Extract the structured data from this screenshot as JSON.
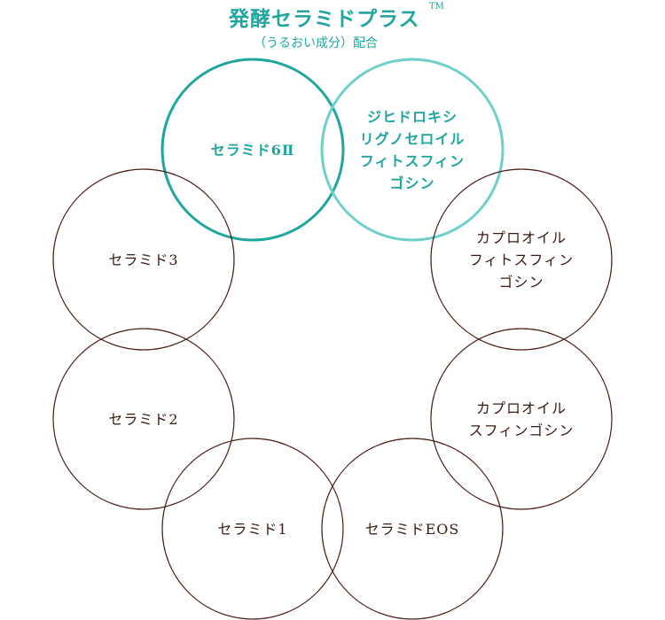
{
  "colors": {
    "teal": "#1fa69e",
    "teal_light": "#6fcfcb",
    "brown": "#4a1f14",
    "text_dark": "#3a1a12"
  },
  "header": {
    "title": "発酵セラミドプラス",
    "tm": "TM",
    "subtitle": "（うるおい成分）配合"
  },
  "circles": [
    {
      "id": "ceramide-6ii",
      "group": "fermented",
      "lines": [
        "セラミド6Ⅱ"
      ]
    },
    {
      "id": "dihydroxy",
      "group": "fermented",
      "lines": [
        "ジヒドロキシ",
        "リグノセロイル",
        "フィトスフィン",
        "ゴシン"
      ]
    },
    {
      "id": "caproyl-phyto",
      "group": "other",
      "lines": [
        "カプロオイル",
        "フィトスフィン",
        "ゴシン"
      ]
    },
    {
      "id": "caproyl-sphingo",
      "group": "other",
      "lines": [
        "カプロオイル",
        "スフィンゴシン"
      ]
    },
    {
      "id": "ceramide-eos",
      "group": "other",
      "lines": [
        "セラミドEOS"
      ]
    },
    {
      "id": "ceramide-1",
      "group": "other",
      "lines": [
        "セラミド1"
      ]
    },
    {
      "id": "ceramide-2",
      "group": "other",
      "lines": [
        "セラミド2"
      ]
    },
    {
      "id": "ceramide-3",
      "group": "other",
      "lines": [
        "セラミド3"
      ]
    }
  ]
}
